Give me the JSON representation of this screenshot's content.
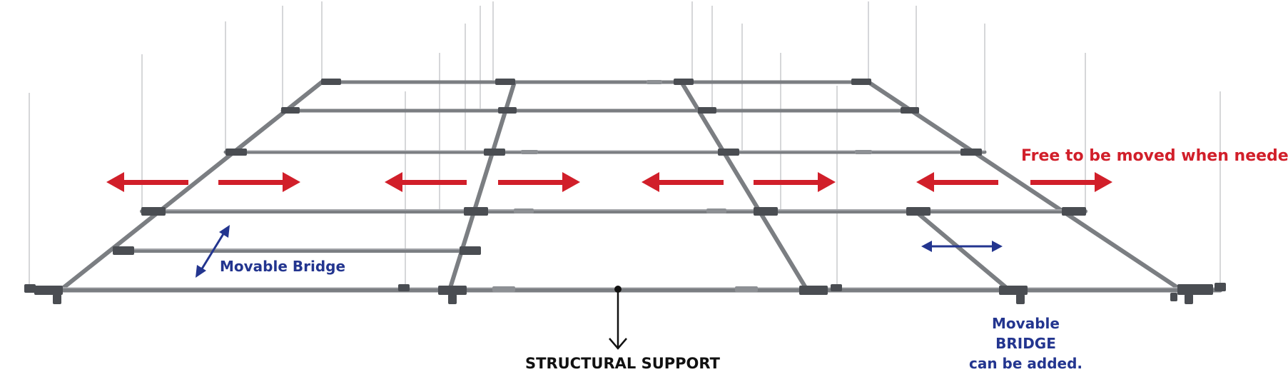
{
  "colors": {
    "frame": "#7b7e82",
    "frame_dark": "#4a4d52",
    "wire": "#c4c6c9",
    "move_arrow": "#d11f2a",
    "bridge_arrow": "#23358f",
    "support": "#111111"
  },
  "labels": {
    "free_to_move": "Free to be moved when needed",
    "movable_bridge": "Movable Bridge",
    "bridge_added_line1": "Movable BRIDGE",
    "bridge_added_line2": "can be added.",
    "structural_support": "STRUCTURAL SUPPORT"
  }
}
